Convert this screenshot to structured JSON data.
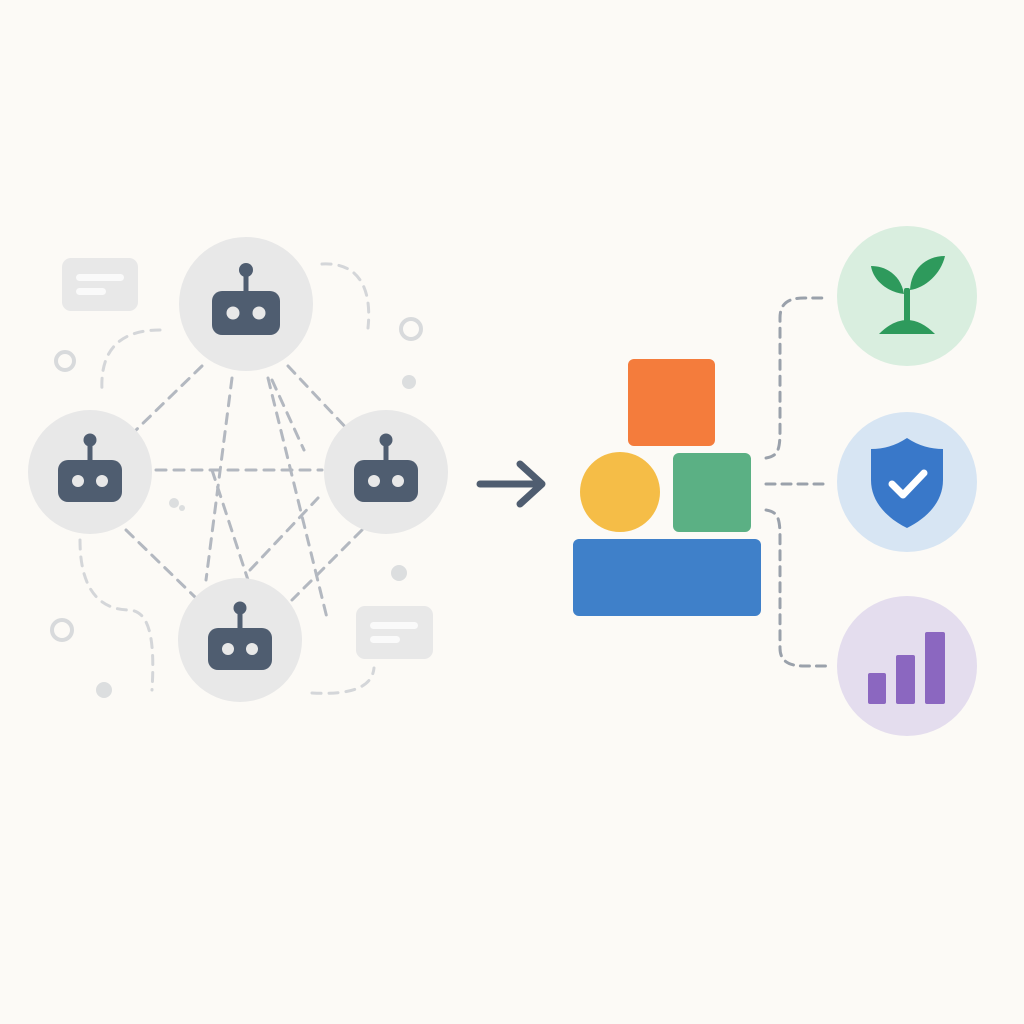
{
  "colors": {
    "background": "#fcfaf6",
    "node_fill": "#e8e8e8",
    "robot": "#4f5d70",
    "dashed_line": "#b3b8c0",
    "faint_line": "#d4d6d9",
    "block_orange": "#f47c3c",
    "block_yellow": "#f5bd47",
    "block_green": "#5bb084",
    "block_blue": "#3f80c9",
    "growth_bg": "#d9eedf",
    "growth_icon": "#2e9a5c",
    "security_bg": "#d7e5f3",
    "security_icon": "#3978c9",
    "metrics_bg": "#e4ddee",
    "metrics_icon": "#8b67c0",
    "arrow": "#4f5d70"
  },
  "network": {
    "agents": [
      {
        "id": "agent-top",
        "icon": "robot-icon"
      },
      {
        "id": "agent-left",
        "icon": "robot-icon"
      },
      {
        "id": "agent-right",
        "icon": "robot-icon"
      },
      {
        "id": "agent-bottom",
        "icon": "robot-icon"
      }
    ],
    "message_bubbles": [
      {
        "id": "bubble-top-left",
        "icon": "chat-bubble-icon"
      },
      {
        "id": "bubble-bottom-right",
        "icon": "chat-bubble-icon"
      }
    ]
  },
  "transition": {
    "icon": "arrow-right-icon"
  },
  "blocks": [
    {
      "id": "block-orange",
      "shape": "square"
    },
    {
      "id": "block-yellow",
      "shape": "circle"
    },
    {
      "id": "block-green",
      "shape": "square"
    },
    {
      "id": "block-blue",
      "shape": "rectangle"
    }
  ],
  "outcomes": [
    {
      "id": "outcome-growth",
      "icon": "sprout-icon"
    },
    {
      "id": "outcome-security",
      "icon": "shield-check-icon"
    },
    {
      "id": "outcome-metrics",
      "icon": "bar-chart-icon"
    }
  ]
}
